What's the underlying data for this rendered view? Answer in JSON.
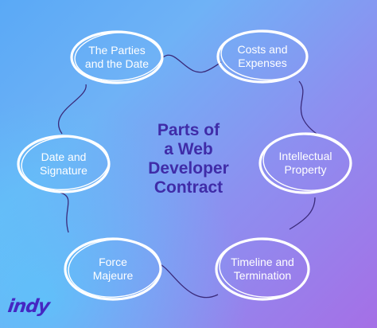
{
  "diagram": {
    "title_lines": [
      "Parts of",
      "a Web",
      "Developer",
      "Contract"
    ],
    "nodes": [
      {
        "lines": [
          "The Parties",
          "and the Date"
        ]
      },
      {
        "lines": [
          "Costs and",
          "Expenses"
        ]
      },
      {
        "lines": [
          "Date and",
          "Signature"
        ]
      },
      {
        "lines": [
          "Intellectual",
          "Property"
        ]
      },
      {
        "lines": [
          "Force",
          "Majeure"
        ]
      },
      {
        "lines": [
          "Timeline and",
          "Termination"
        ]
      }
    ]
  },
  "brand": {
    "logo_text": "indy"
  },
  "colors": {
    "title": "#3f2ca8",
    "node_text": "#ffffff",
    "outline": "#ffffff",
    "connector": "#3a2a7a",
    "logo": "#4527c2"
  }
}
